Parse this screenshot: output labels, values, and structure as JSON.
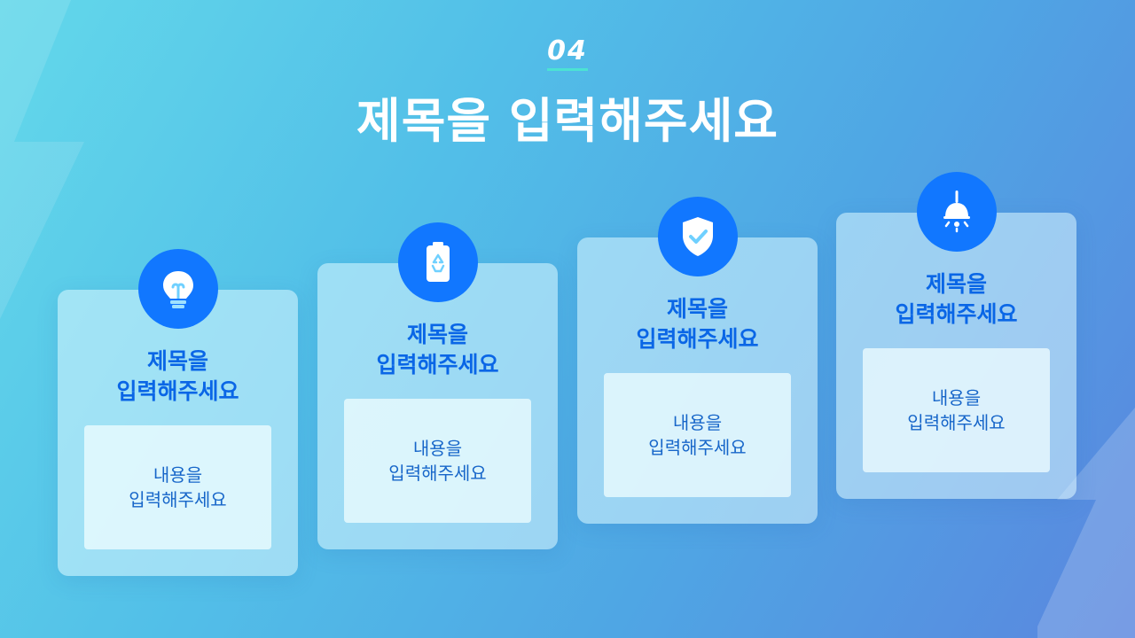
{
  "header": {
    "number": "04",
    "title": "제목을 입력해주세요"
  },
  "cards": [
    {
      "icon": "lightbulb-icon",
      "title_line1": "제목을",
      "title_line2": "입력해주세요",
      "content_line1": "내용을",
      "content_line2": "입력해주세요"
    },
    {
      "icon": "eco-battery-icon",
      "title_line1": "제목을",
      "title_line2": "입력해주세요",
      "content_line1": "내용을",
      "content_line2": "입력해주세요"
    },
    {
      "icon": "shield-check-icon",
      "title_line1": "제목을",
      "title_line2": "입력해주세요",
      "content_line1": "내용을",
      "content_line2": "입력해주세요"
    },
    {
      "icon": "ceiling-lamp-icon",
      "title_line1": "제목을",
      "title_line2": "입력해주세요",
      "content_line1": "내용을",
      "content_line2": "입력해주세요"
    }
  ],
  "colors": {
    "accent": "#1177ff",
    "title_text": "#0a66e6",
    "body_text": "#1766c9",
    "underline": "#4be3d3"
  }
}
